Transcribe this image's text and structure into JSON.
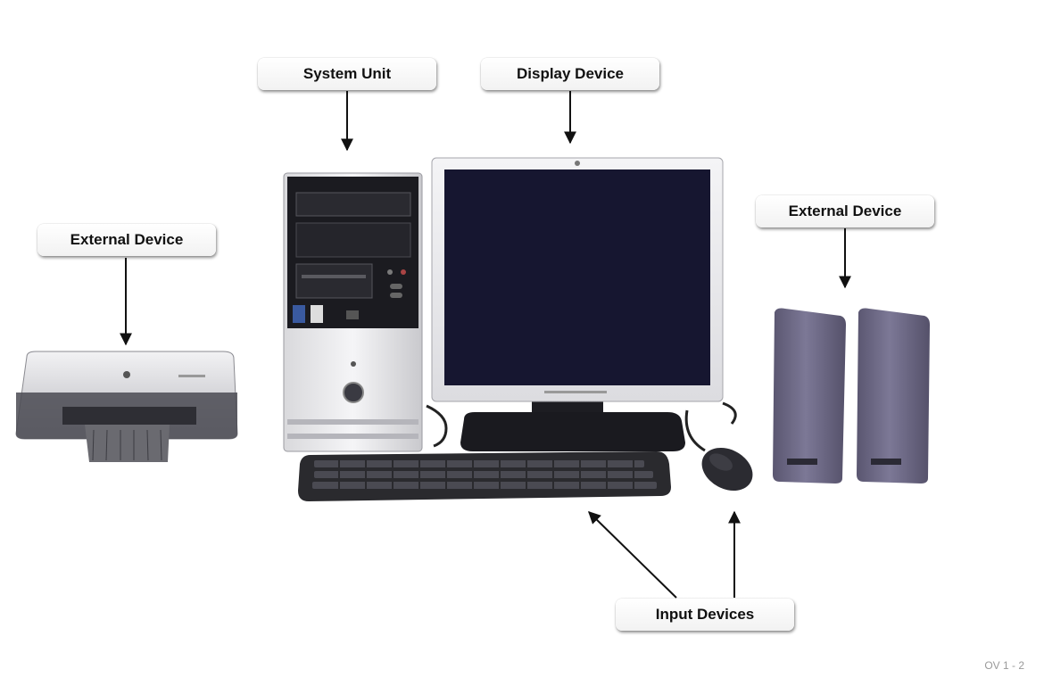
{
  "labels": {
    "system_unit": "System Unit",
    "display_device": "Display Device",
    "external_device_left": "External Device",
    "external_device_right": "External Device",
    "input_devices": "Input Devices"
  },
  "slide_number": "OV 1 - 2",
  "colors": {
    "label_text": "#111111",
    "screen": "#161630",
    "speaker": "#6e6a86",
    "keyboard": "#2a2a2e",
    "arrow": "#111111"
  }
}
